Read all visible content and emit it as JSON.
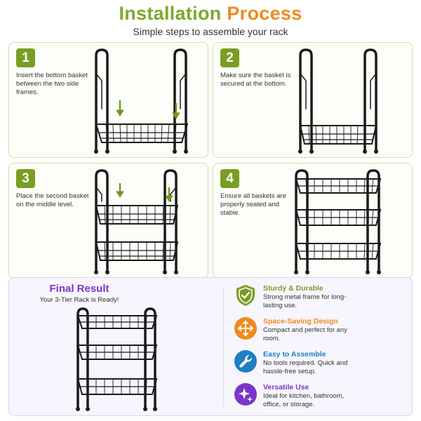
{
  "header": {
    "title_part1": "Installation",
    "title_part2": "Process",
    "subtitle": "Simple steps to assemble your rack"
  },
  "steps": [
    {
      "number": "1",
      "text": "Insert the bottom basket between the two side frames."
    },
    {
      "number": "2",
      "text": "Make sure the basket is secured at the bottom."
    },
    {
      "number": "3",
      "text": "Place the second basket on the middle level."
    },
    {
      "number": "4",
      "text": "Ensure all baskets are properly seated and stable."
    }
  ],
  "final": {
    "title": "Final Result",
    "subtitle": "Your 3-Tier Rack is Ready!"
  },
  "features": [
    {
      "title": "Sturdy & Durable",
      "desc": "Strong metal frame for long-lasting use.",
      "icon": "shield-check-icon",
      "color": "#7a9d24"
    },
    {
      "title": "Space-Saving Design",
      "desc": "Compact and perfect for any room.",
      "icon": "arrows-expand-icon",
      "color": "#f08a1c"
    },
    {
      "title": "Easy to Assemble",
      "desc": "No tools required. Quick and hassle-free setup.",
      "icon": "wrench-icon",
      "color": "#1e7fc2"
    },
    {
      "title": "Versatile Use",
      "desc": "Ideal for kitchen, bathroom, office, or storage.",
      "icon": "sparkles-icon",
      "color": "#7b35c9"
    }
  ],
  "colors": {
    "title_green": "#7fa82a",
    "title_orange": "#f08a1c",
    "step_badge": "#7a9d24",
    "arrow_green": "#6e9a1c",
    "final_purple": "#7b35c9",
    "frame": "#1a1a1a"
  }
}
